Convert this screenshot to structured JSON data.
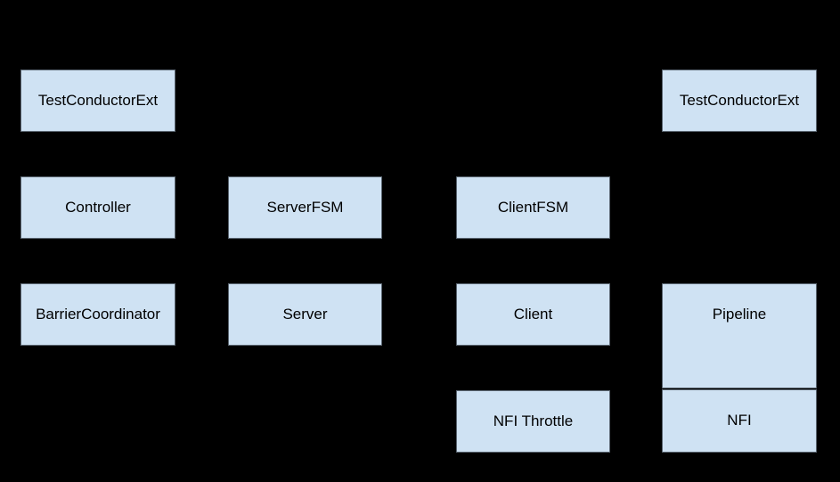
{
  "diagram": {
    "background_color": "#000000",
    "node_fill_color": "#cfe2f3",
    "node_border_color": "#5a6570",
    "node_text_color": "#000000",
    "nodes": [
      {
        "id": "test-conductor-ext-left",
        "label": "TestConductorExt"
      },
      {
        "id": "test-conductor-ext-right",
        "label": "TestConductorExt"
      },
      {
        "id": "controller",
        "label": "Controller"
      },
      {
        "id": "server-fsm",
        "label": "ServerFSM"
      },
      {
        "id": "client-fsm",
        "label": "ClientFSM"
      },
      {
        "id": "barrier-coordinator",
        "label": "BarrierCoordinator"
      },
      {
        "id": "server",
        "label": "Server"
      },
      {
        "id": "client",
        "label": "Client"
      },
      {
        "id": "pipeline",
        "label": "Pipeline"
      },
      {
        "id": "nfi-throttle",
        "label": "NFI Throttle"
      },
      {
        "id": "nfi",
        "label": "NFI"
      }
    ]
  }
}
